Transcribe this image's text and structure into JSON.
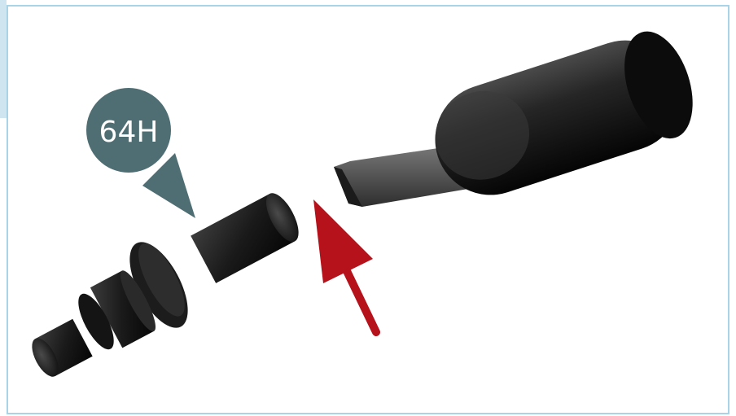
{
  "callout": {
    "part_label": "64H",
    "bubble_color": "#4f6e73"
  },
  "arrow": {
    "color": "#b5121b",
    "icon": "assembly-direction-arrow-icon"
  },
  "frame": {
    "border_color": "#a9d3e6",
    "side_tab_color": "#cfe6f1"
  },
  "parts": {
    "pin_icon": "stepped-pin-part",
    "tool_icon": "flat-blade-screwdriver-part"
  }
}
